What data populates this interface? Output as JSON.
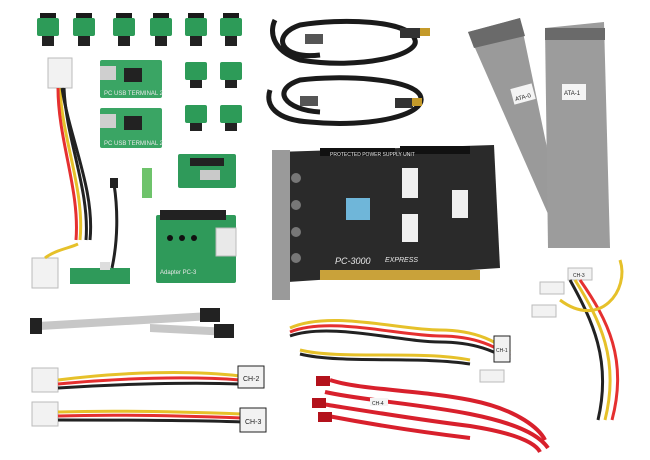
{
  "photo": {
    "pcb_labels": {
      "terminal_a": "PC USB TERMINAL 2",
      "terminal_b": "PC USB TERMINAL 2",
      "adapter": "Adapter PC-3",
      "main_card": "PC-3000",
      "main_card_brand": "EXPRESS",
      "main_card_header": "PROTECTED POWER SUPPLY UNIT"
    },
    "ribbon_tags": {
      "left": "ATA-0",
      "right": "ATA-1"
    },
    "cable_tags": {
      "sata_a": "CH-2",
      "sata_b": "CH-3",
      "sata_c": "CH-1",
      "power_right": "CH-3",
      "red_bundle": "CH-4"
    }
  }
}
